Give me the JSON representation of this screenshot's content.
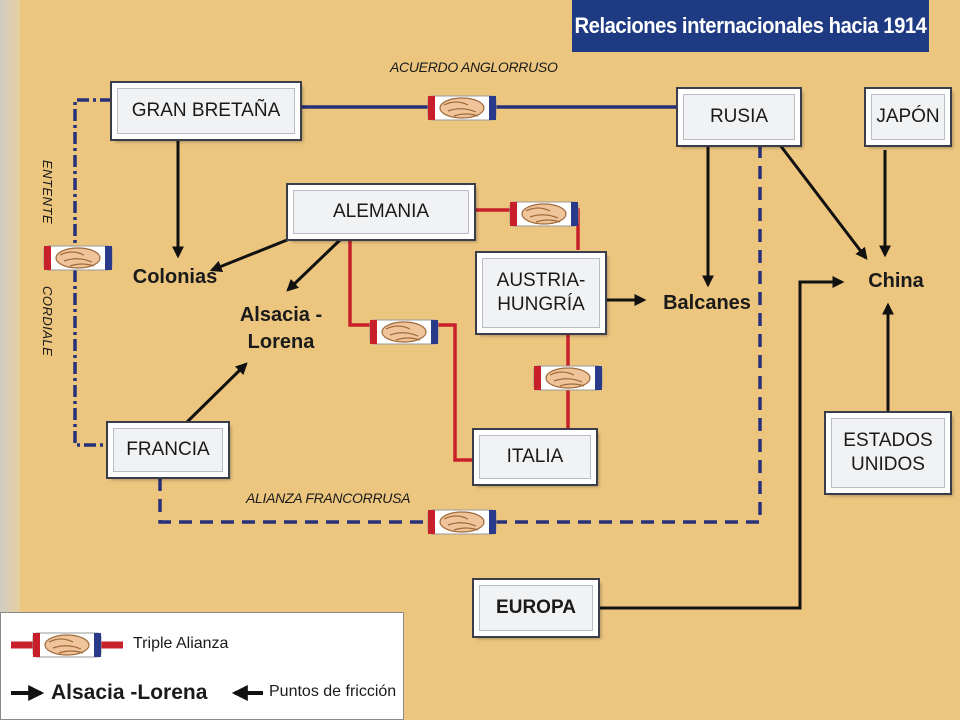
{
  "title": "Relaciones internacionales hacia 1914",
  "nodes": {
    "gran_bretana": "GRAN BRETAÑA",
    "rusia": "RUSIA",
    "japon": "JAPÓN",
    "alemania": "ALEMANIA",
    "austria_hungria": "AUSTRIA-\nHUNGRÍA",
    "francia": "FRANCIA",
    "italia": "ITALIA",
    "estados_unidos": "ESTADOS\nUNIDOS",
    "europa": "EUROPA"
  },
  "places": {
    "colonias": "Colonias",
    "alsacia_lorena": "Alsacia -\nLorena",
    "balcanes": "Balcanes",
    "china": "China"
  },
  "alliances": {
    "anglorruso": "ACUERDO ANGLORRUSO",
    "francorrusa": "ALIANZA FRANCORRUSA",
    "entente_line1": "ENTENTE",
    "entente_line2": "CORDIALE"
  },
  "legend": {
    "triple_alianza": "Triple Alianza",
    "alsacia_lorena": "Alsacia -Lorena",
    "puntos_friccion": "Puntos de fricción"
  },
  "colors": {
    "title_bg": "#1d3a83",
    "triple_alianza_line": "#c8202a",
    "entente_line": "#28307a",
    "background": "#ecc57f"
  },
  "icons": [
    "handshake-icon",
    "arrow-icon"
  ]
}
